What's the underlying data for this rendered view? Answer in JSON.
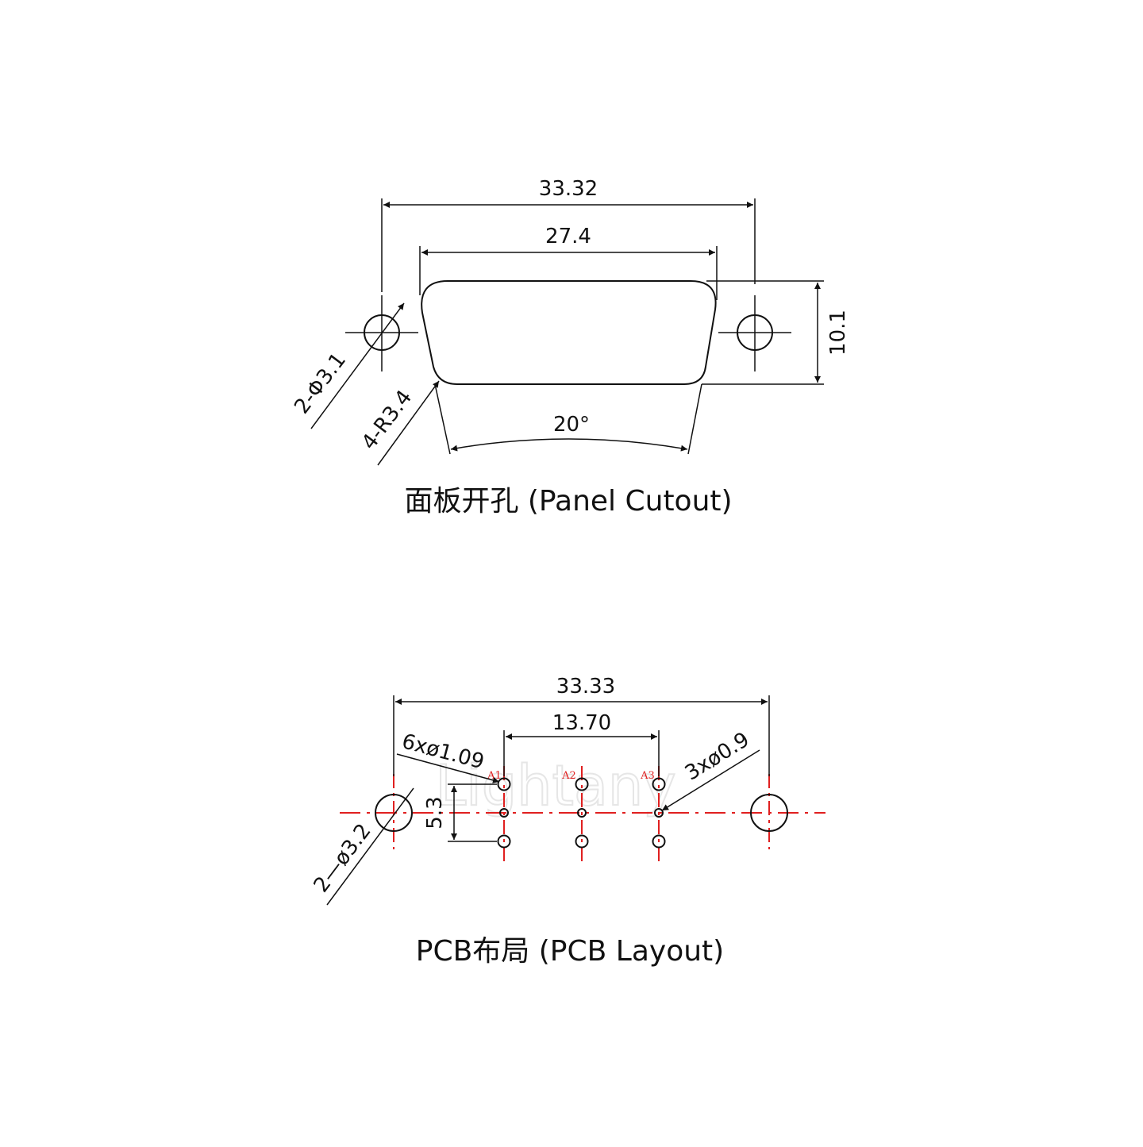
{
  "panel": {
    "dim_overall": "33.32",
    "dim_shell": "27.4",
    "dim_height": "10.1",
    "dim_holes": "2-Φ3.1",
    "dim_radius": "4-R3.4",
    "dim_angle": "20°",
    "caption": "面板开孔 (Panel Cutout)"
  },
  "pcb": {
    "dim_overall": "33.33",
    "dim_pitch": "13.70",
    "dim_row": "5.3",
    "dim_pins": "6xø1.09",
    "dim_center_pins": "3xø0.9",
    "dim_holes": "2—ø3.2",
    "pin_labels": [
      "A1",
      "A2",
      "A3"
    ],
    "watermark": "Lightany",
    "caption": "PCB布局 (PCB Layout)"
  },
  "colors": {
    "line": "#111111",
    "centerline": "#e02020",
    "watermark": "#e6e6e6"
  }
}
